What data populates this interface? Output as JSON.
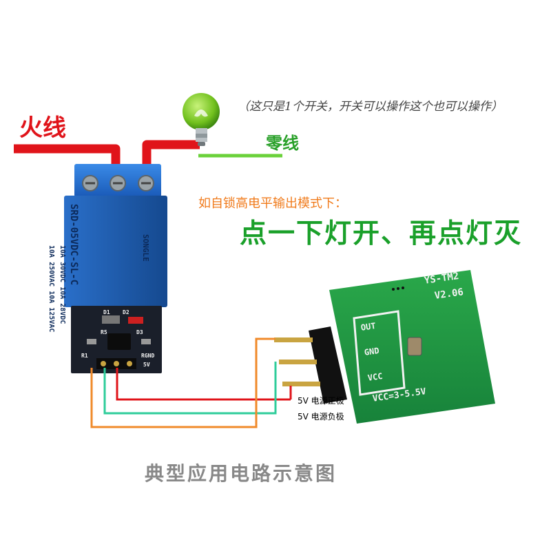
{
  "labels": {
    "live_wire": "火线",
    "neutral_wire": "零线",
    "note": "（这只是1个开关，开关可以操作这个也可以操作）",
    "mode": "如自锁高电平输出模式下：",
    "headline": "点一下灯开、再点灯灭",
    "power_positive": "5V 电源正极",
    "power_negative": "5V 电源负极",
    "caption": "典型应用电路示意图"
  },
  "relay_module": {
    "line1": "10A 250VAC  10A 125VAC",
    "line2": "10A 30VDC  10A 28VDC",
    "line3": "SRD-05VDC-SL-C",
    "brand": "SONGLE",
    "pin_5v": "5V",
    "pin_gnd": "RGND",
    "silk_d1": "D1",
    "silk_d2": "D2",
    "silk_d3": "D3",
    "silk_r1": "R1",
    "silk_r5": "R5"
  },
  "sensor_module": {
    "model": "YS-TM2",
    "version": "V2.06",
    "pin_out": "OUT",
    "pin_gnd": "GND",
    "pin_vcc": "VCC",
    "supply": "VCC=3-5.5V"
  },
  "colors": {
    "live": "#e0141a",
    "neutral": "#6ad13a",
    "wire_positive": "#e0141a",
    "wire_negative": "#2ecc9a",
    "wire_signal": "#f08a2a",
    "relay_blue": "#1c5fb4",
    "sensor_green": "#1e9e3a",
    "headline": "#1aa02a",
    "mode_text": "#f07a1a"
  },
  "icons": [
    "light-bulb-icon"
  ]
}
